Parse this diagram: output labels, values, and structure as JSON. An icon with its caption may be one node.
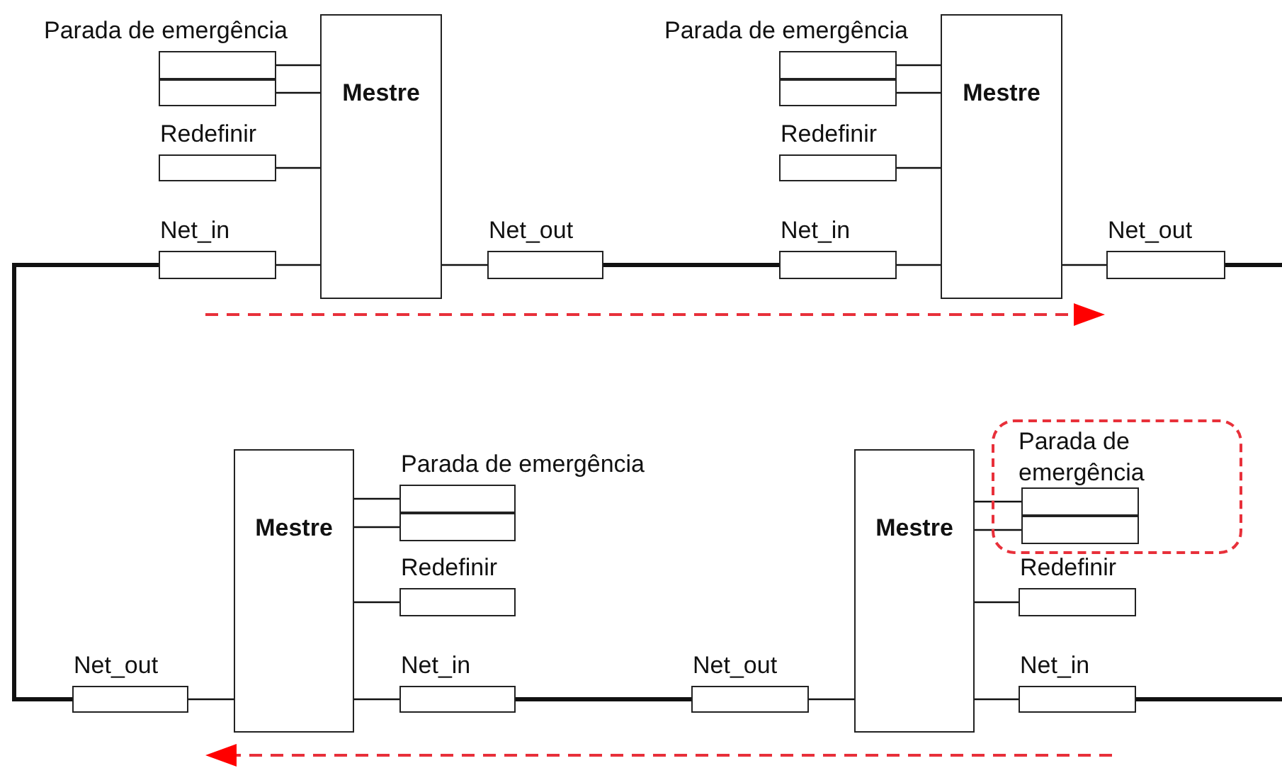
{
  "diagram": {
    "nodes": [
      {
        "text": [
          "Mestre"
        ]
      },
      {
        "text": [
          "Parada de emergência"
        ]
      },
      {
        "text": [],
        "shape": "box"
      },
      {
        "text": [
          "Redefinir"
        ]
      },
      {
        "text": [
          "Net_in"
        ]
      },
      {
        "text": [
          "Net_out"
        ]
      },
      {
        "text": [
          "Mestre"
        ]
      },
      {
        "text": [
          "Parada de emergência"
        ]
      },
      {
        "text": [],
        "shape": "box"
      },
      {
        "text": [
          "Redefinir"
        ]
      },
      {
        "text": [
          "Net_in"
        ]
      },
      {
        "text": [
          "Net_out"
        ]
      },
      {
        "text": [
          "Mestre"
        ]
      },
      {
        "text": [
          "Parada de emergência"
        ]
      },
      {
        "text": [],
        "shape": "box"
      },
      {
        "text": [
          "Redefinir"
        ]
      },
      {
        "text": [
          "Net_out"
        ]
      },
      {
        "text": [
          "Net_in"
        ]
      },
      {
        "text": [
          "Mestre"
        ]
      },
      {
        "text": [
          "Parada de emergência"
        ]
      },
      {
        "text": [],
        "shape": "box",
        "in": 19
      },
      {
        "text": [],
        "shape": "box",
        "in": 19
      },
      {
        "text": [
          "Redefinir"
        ]
      },
      {
        "text": [
          "Net_out"
        ]
      },
      {
        "text": [
          "Net_in"
        ]
      }
    ],
    "edges": [
      {
        "from": 1,
        "to": 0,
        "arrow": "none"
      },
      {
        "from": 2,
        "to": 0,
        "arrow": "none"
      },
      {
        "from": 3,
        "to": 0,
        "arrow": "none"
      },
      {
        "from": 4,
        "to": 0,
        "arrow": "none"
      },
      {
        "from": 0,
        "to": 5,
        "arrow": "none"
      },
      {
        "from": 7,
        "to": 6,
        "arrow": "none"
      },
      {
        "from": 8,
        "to": 6,
        "arrow": "none"
      },
      {
        "from": 9,
        "to": 6,
        "arrow": "none"
      },
      {
        "from": 10,
        "to": 6,
        "arrow": "none"
      },
      {
        "from": 6,
        "to": 11,
        "arrow": "none"
      },
      {
        "from": 13,
        "to": 12,
        "arrow": "none"
      },
      {
        "from": 14,
        "to": 12,
        "arrow": "none"
      },
      {
        "from": 15,
        "to": 12,
        "arrow": "none"
      },
      {
        "from": 17,
        "to": 12,
        "arrow": "none"
      },
      {
        "from": 12,
        "to": 16,
        "arrow": "none"
      },
      {
        "from": 20,
        "to": 18,
        "arrow": "none"
      },
      {
        "from": 21,
        "to": 18,
        "arrow": "none"
      },
      {
        "from": 22,
        "to": 18,
        "arrow": "none"
      },
      {
        "from": 24,
        "to": 18,
        "arrow": "none"
      },
      {
        "from": 18,
        "to": 23,
        "arrow": "none"
      },
      {
        "from": 5,
        "to": 10,
        "arrow": "none",
        "style": "thick"
      },
      {
        "from": 11,
        "to": null,
        "arrow": "none",
        "style": "thick"
      },
      {
        "from": 4,
        "to": 16,
        "arrow": "none",
        "style": "thick"
      },
      {
        "from": 17,
        "to": 23,
        "arrow": "none",
        "style": "thick"
      },
      {
        "from": 24,
        "to": null,
        "arrow": "none",
        "style": "thick"
      }
    ]
  }
}
